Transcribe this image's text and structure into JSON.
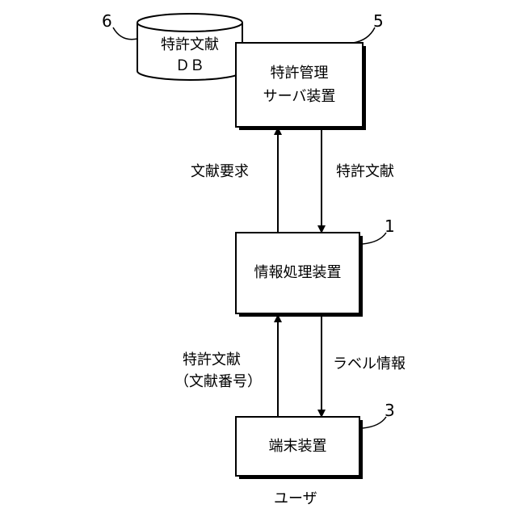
{
  "patent_db": {
    "number": "6",
    "line1": "特許文献",
    "line2": "ＤＢ"
  },
  "server": {
    "number": "5",
    "line1": "特許管理",
    "line2": "サーバ装置"
  },
  "processor": {
    "number": "1",
    "label": "情報処理装置"
  },
  "terminal": {
    "number": "3",
    "label": "端末装置"
  },
  "arrows": {
    "document_request": "文献要求",
    "patent_document": "特許文献",
    "label_info": "ラベル情報",
    "patent_doc_line1": "特許文献",
    "patent_doc_line2": "（文献番号）"
  },
  "user_label": "ユーザ"
}
